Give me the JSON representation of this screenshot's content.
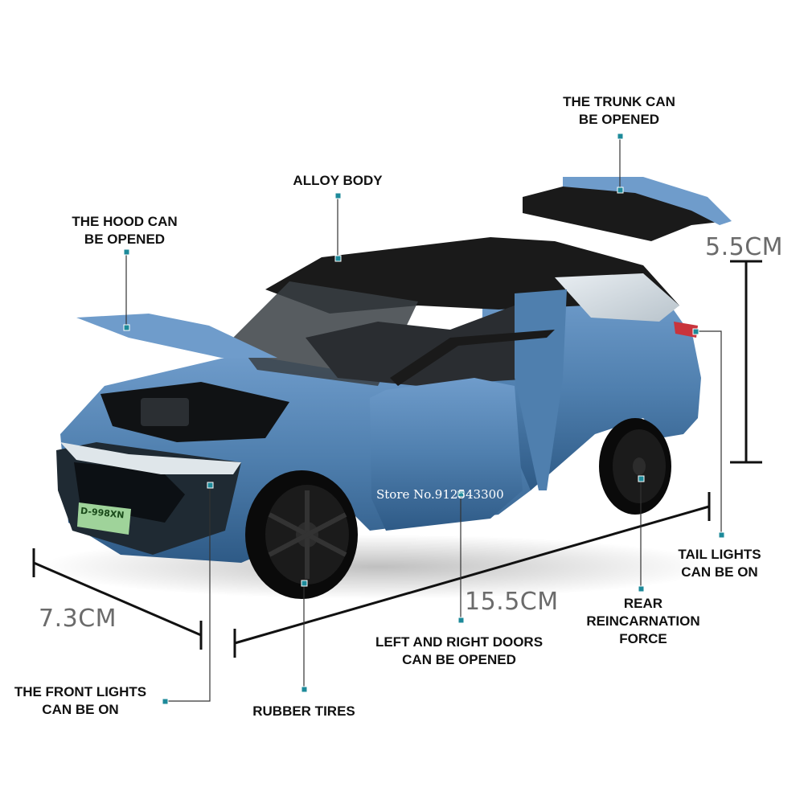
{
  "labels": {
    "trunk": "THE TRUNK CAN\nBE OPENED",
    "alloy_body": "ALLOY BODY",
    "hood": "THE HOOD CAN\nBE OPENED",
    "tail_lights": "TAIL LIGHTS\nCAN BE ON",
    "rear_force": "REAR\nREINCARNATION\nFORCE",
    "doors": "LEFT AND RIGHT DOORS\nCAN BE OPENED",
    "front_lights": "THE FRONT LIGHTS\nCAN BE ON",
    "rubber_tires": "RUBBER TIRES"
  },
  "dimensions": {
    "height": "5.5CM",
    "width": "7.3CM",
    "length": "15.5CM"
  },
  "watermark": "Store No.912543300",
  "plate": "D-998XN",
  "colors": {
    "body_blue": "#4f7fae",
    "body_dark": "#2e5a86",
    "roof_black": "#1a1a1a",
    "marker_teal": "#1d8a9a",
    "dimension_gray": "#6b6b6b",
    "plate_green": "#9fd39a"
  }
}
